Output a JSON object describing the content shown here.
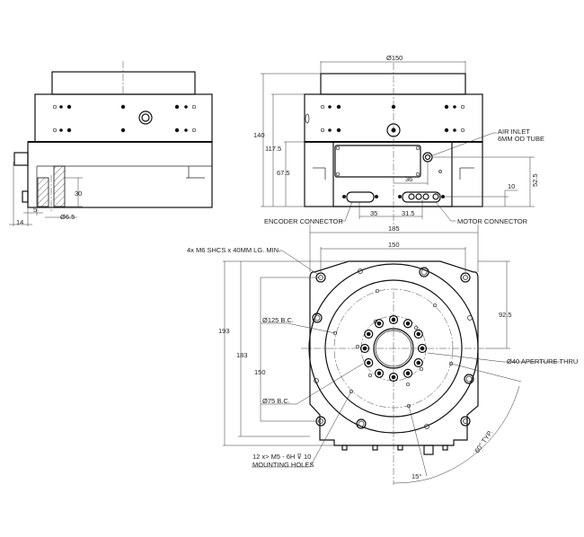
{
  "side_view": {
    "dim_30": "30",
    "dim_5": "5",
    "dim_14": "14",
    "dim_hole": "Ø6.5"
  },
  "front_view": {
    "dim_diameter": "Ø150",
    "dim_140": "140",
    "dim_117_5": "117.5",
    "dim_67_5": "67.5",
    "dim_36": "36",
    "dim_52_5": "52.5",
    "dim_10": "10",
    "dim_35": "35",
    "dim_31_5": "31.5",
    "air_inlet_line1": "AIR INLET",
    "air_inlet_line2": "6MM OD TUBE",
    "encoder_connector": "ENCODER CONNECTOR",
    "motor_connector": "MOTOR CONNECTOR"
  },
  "top_view": {
    "dim_185": "185",
    "dim_150_width": "150",
    "dim_193": "193",
    "dim_183": "183",
    "dim_150_height": "150",
    "dim_92_5": "92.5",
    "bolt_note": "4x M6 SHCS x 40MM LG. MIN.",
    "bc_125": "Ø125 B.C.",
    "bc_75": "Ø75 B.C.",
    "aperture": "Ø40 APERTURE THRU",
    "holes_line1": "12 x> M5 - 6H ⊽ 10",
    "holes_line2": "MOUNTING HOLES",
    "angle_60": "60° TYP.",
    "angle_15": "15°"
  }
}
